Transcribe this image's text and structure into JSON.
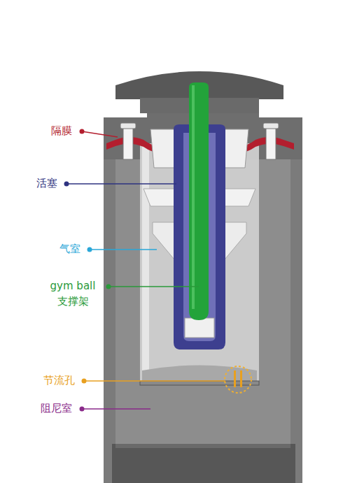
{
  "diagram": {
    "labels": [
      "隔膜",
      "活塞",
      "气室",
      "gym ball 支撑架",
      "节流孔",
      "阻尼室"
    ]
  }
}
